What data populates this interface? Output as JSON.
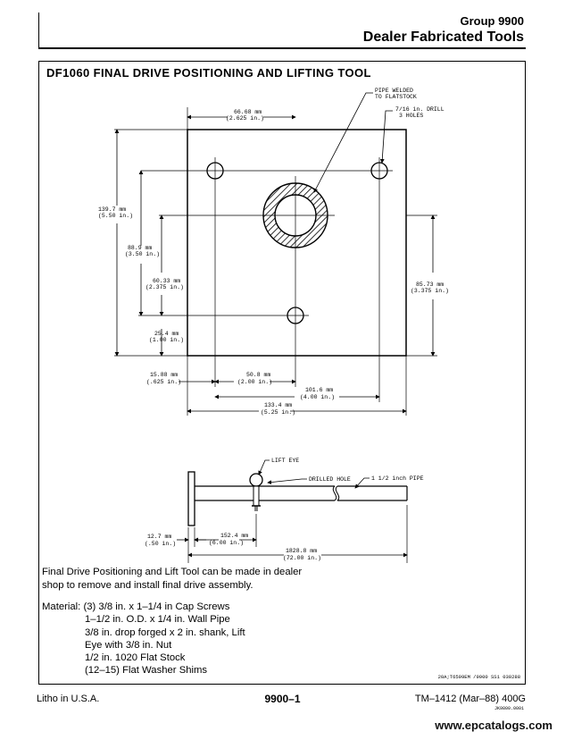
{
  "header": {
    "group": "Group 9900",
    "title": "Dealer Fabricated Tools"
  },
  "section": {
    "title": "DF1060 FINAL DRIVE POSITIONING AND LIFTING TOOL"
  },
  "drawing": {
    "callouts": {
      "pipe_welded_1": "PIPE WELDED",
      "pipe_welded_2": "TO FLATSTOCK",
      "drill_1": "7/16 in. DRILL",
      "drill_2": "3 HOLES",
      "lift_eye": "LIFT EYE",
      "drilled_hole": "DRILLED HOLE",
      "pipe": "1 1/2 inch PIPE"
    },
    "dimensions": {
      "d66_mm": "66.68 mm",
      "d66_in": "(2.625 in.)",
      "d139_mm": "139.7 mm",
      "d139_in": "(5.50 in.)",
      "d88_mm": "88.9 mm",
      "d88_in": "(3.50 in.)",
      "d60_mm": "60.33 mm",
      "d60_in": "(2.375 in.)",
      "d25_mm": "25.4 mm",
      "d25_in": "(1.00 in.)",
      "d85_mm": "85.73 mm",
      "d85_in": "(3.375 in.)",
      "d15_mm": "15.88 mm",
      "d15_in": "(.625 in.)",
      "d50_mm": "50.8 mm",
      "d50_in": "(2.00 in.)",
      "d101_mm": "101.6 mm",
      "d101_in": "(4.00 in.)",
      "d133_mm": "133.4 mm",
      "d133_in": "(5.25 in.)",
      "d12_mm": "12.7 mm",
      "d12_in": "(.50 in.)",
      "d152_mm": "152.4 mm",
      "d152_in": "(6.00 in.)",
      "d1828_mm": "1828.8 mm",
      "d1828_in": "(72.00 in.)"
    }
  },
  "description": "Final Drive Positioning and Lift Tool can be made in dealer shop to remove and install final drive assembly.",
  "material": {
    "label": "Material:",
    "first": "(3) 3/8 in. x 1–1/4 in Cap Screws",
    "items": [
      "1–1/2 in. O.D. x 1/4 in. Wall Pipe",
      "3/8 in. drop forged x 2 in. shank, Lift",
      "Eye with 3/8 in. Nut",
      "1/2 in. 1020 Flat Stock",
      "(12–15) Flat Washer Shims"
    ]
  },
  "reference": "20A;T6599EM /9900 SS1 030288",
  "footer": {
    "left": "Litho in U.S.A.",
    "center": "9900–1",
    "right": "TM–1412 (Mar–88) 400G",
    "code": "JK9800.0001"
  },
  "watermark": "www.epcatalogs.com"
}
